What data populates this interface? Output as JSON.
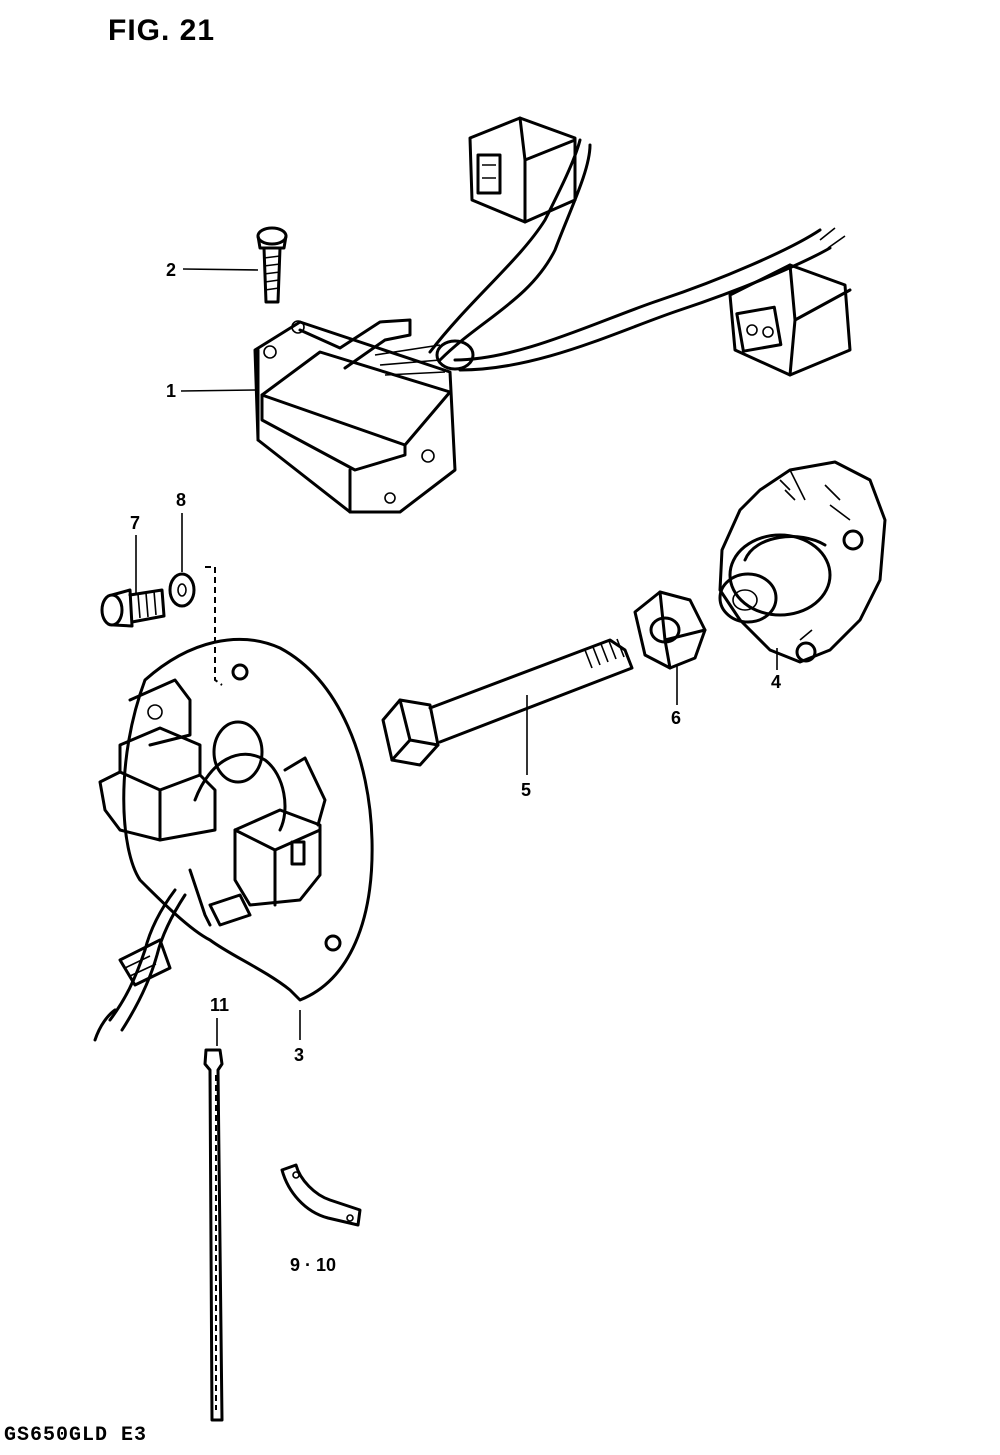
{
  "figure": {
    "title": "FIG. 21",
    "model_code": "GS650GLD E3"
  },
  "callouts": {
    "c1": "1",
    "c2": "2",
    "c3": "3",
    "c4": "4",
    "c5": "5",
    "c6": "6",
    "c7": "7",
    "c8": "8",
    "c9_10": "9 · 10",
    "c11": "11"
  }
}
